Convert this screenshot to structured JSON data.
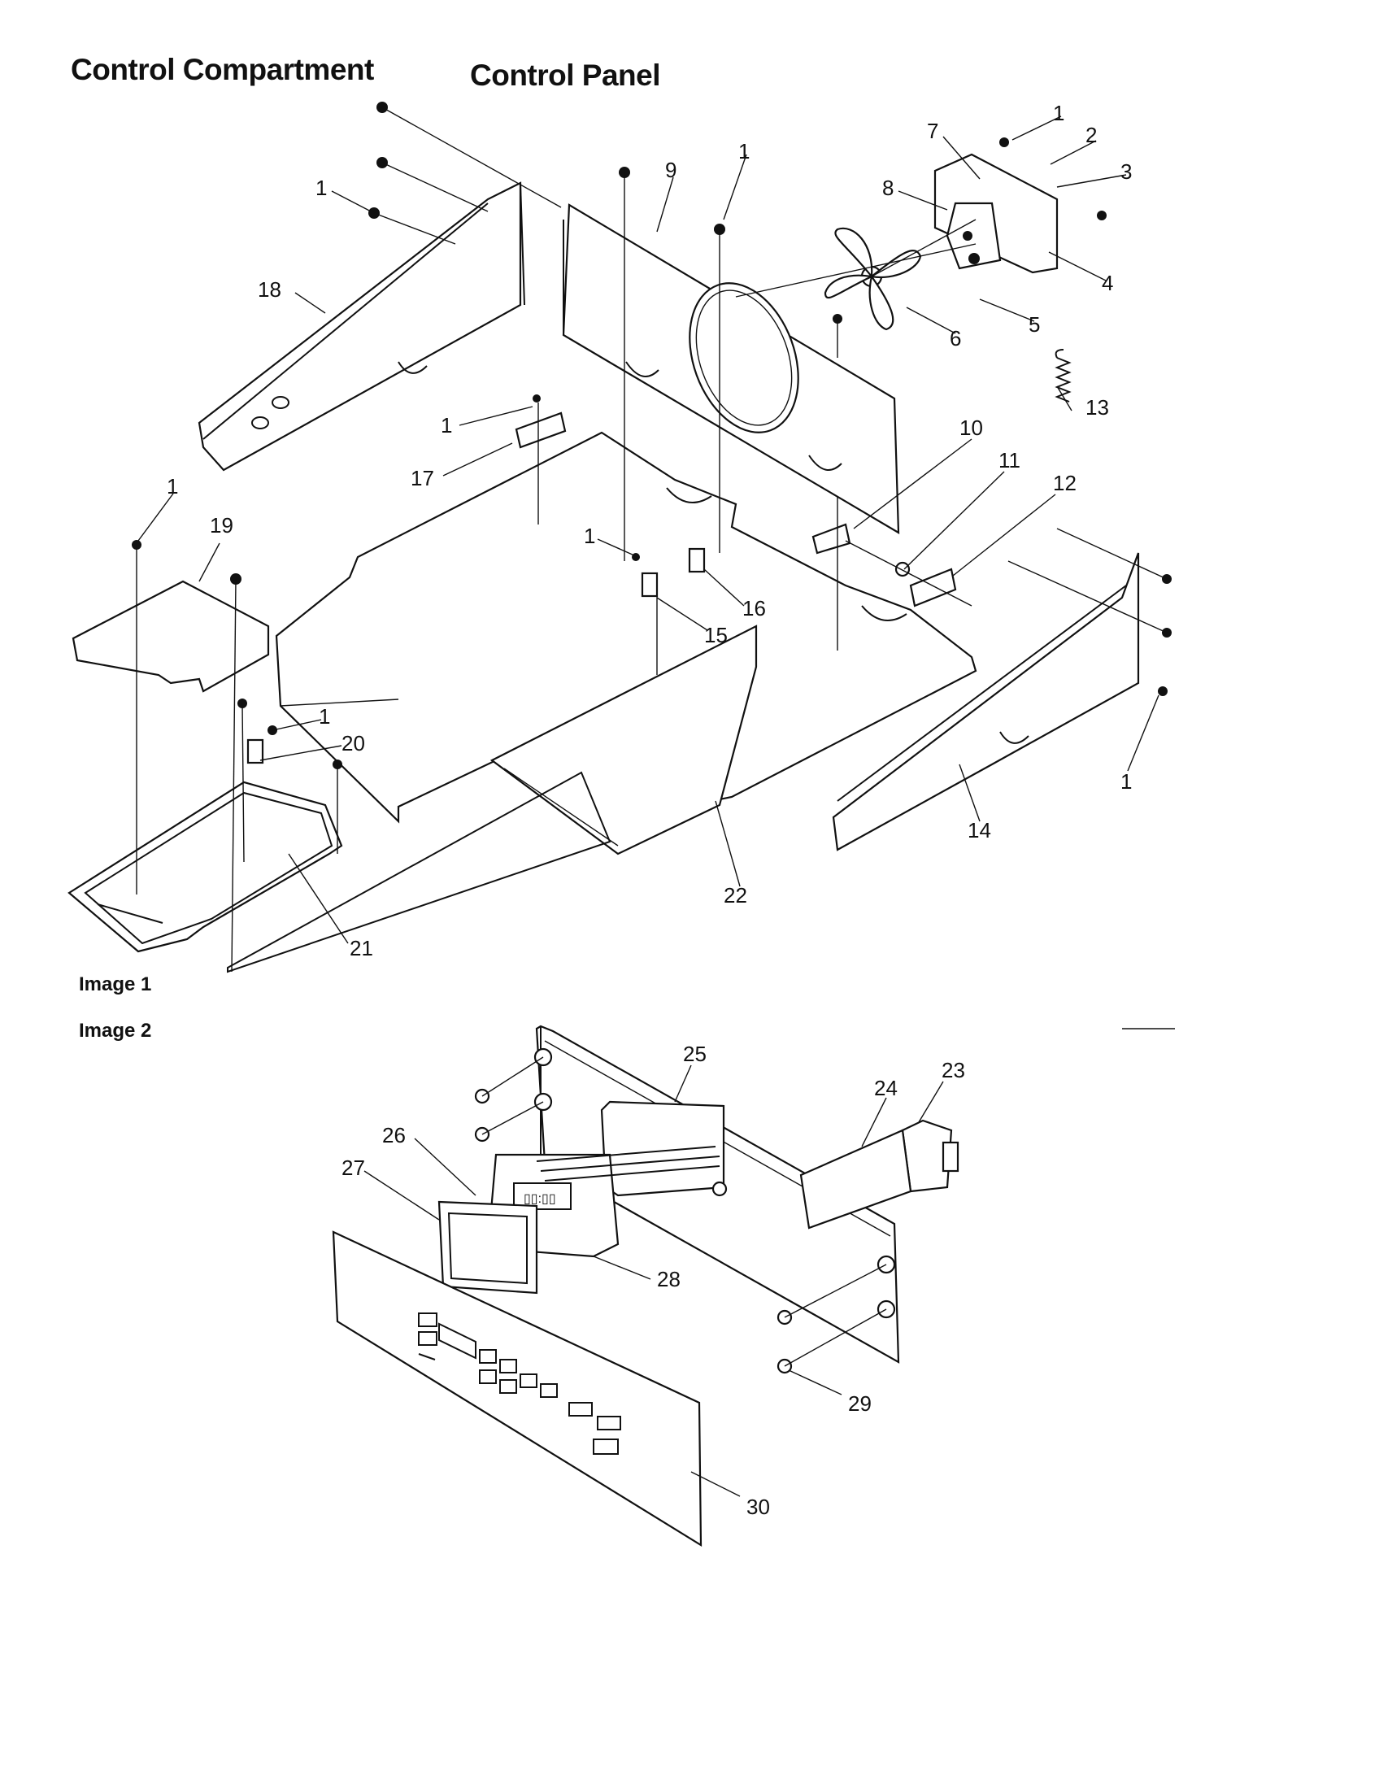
{
  "header": {
    "title_compartment": "Control Compartment",
    "title_panel": "Control Panel"
  },
  "image_labels": {
    "image1": "Image 1",
    "image2": "Image 2"
  },
  "callouts": {
    "c1a": "1",
    "c1b": "1",
    "c1c": "1",
    "c1d": "1",
    "c1e": "1",
    "c1f": "1",
    "c1g": "1",
    "c2": "2",
    "c3": "3",
    "c4": "4",
    "c5": "5",
    "c6": "6",
    "c7": "7",
    "c8": "8",
    "c9": "9",
    "c10": "10",
    "c11": "11",
    "c12": "12",
    "c13": "13",
    "c14": "14",
    "c15": "15",
    "c16": "16",
    "c17": "17",
    "c18": "18",
    "c19": "19",
    "c20": "20",
    "c21": "21",
    "c22": "22",
    "c23": "23",
    "c24": "24",
    "c25": "25",
    "c26": "26",
    "c27": "27",
    "c28": "28",
    "c29": "29",
    "c30": "30"
  }
}
